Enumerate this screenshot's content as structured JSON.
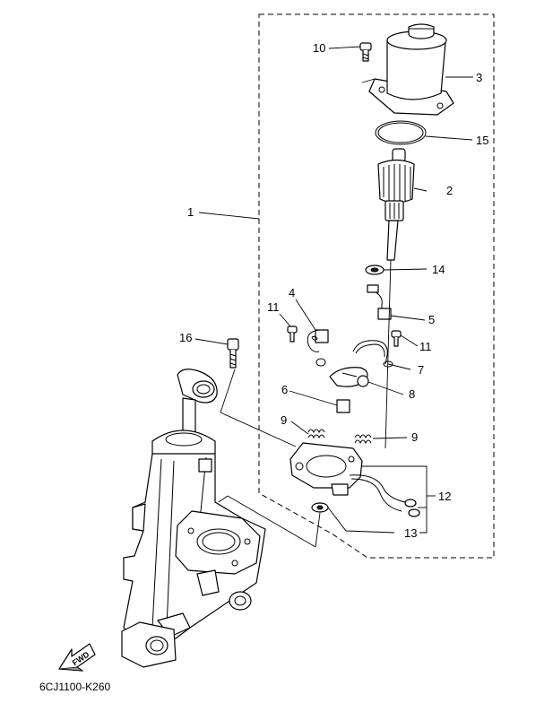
{
  "diagram": {
    "callouts": {
      "p1": "1",
      "p2": "2",
      "p3": "3",
      "p4": "4",
      "p5": "5",
      "p6": "6",
      "p7": "7",
      "p8": "8",
      "p9a": "9",
      "p9b": "9",
      "p10": "10",
      "p11a": "11",
      "p11b": "11",
      "p12": "12",
      "p13": "13",
      "p14": "14",
      "p15": "15",
      "p16": "16"
    },
    "fwd_label": "FWD",
    "drawing_code": "6CJ1100-K260"
  }
}
